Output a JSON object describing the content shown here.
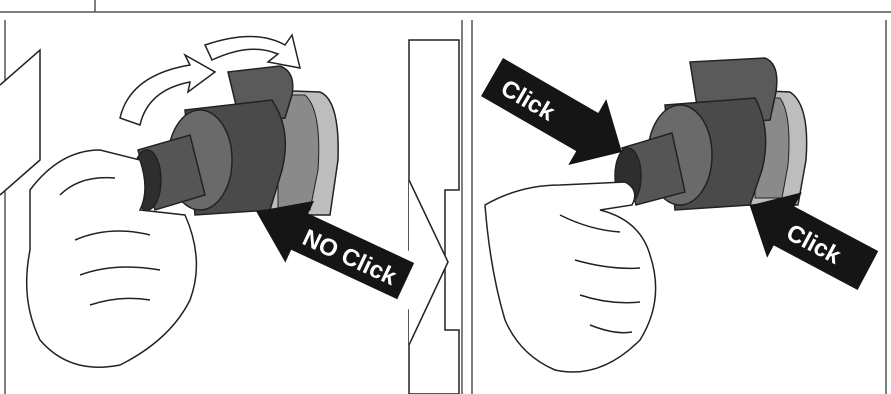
{
  "labels": {
    "no_click": "NO Click",
    "click_top": "Click",
    "click_bottom": "Click"
  },
  "colors": {
    "arrow_fill": "#151515",
    "arrow_text": "#ffffff",
    "line": "#222222",
    "part_dark": "#4a4a4a",
    "part_mid": "#8a8a8a",
    "part_light": "#bdbdbd",
    "skin": "#ffffff"
  },
  "icons": [
    "rotate-arrow-icon",
    "step-arrow-icon",
    "hand-icon",
    "connector-part-icon"
  ]
}
